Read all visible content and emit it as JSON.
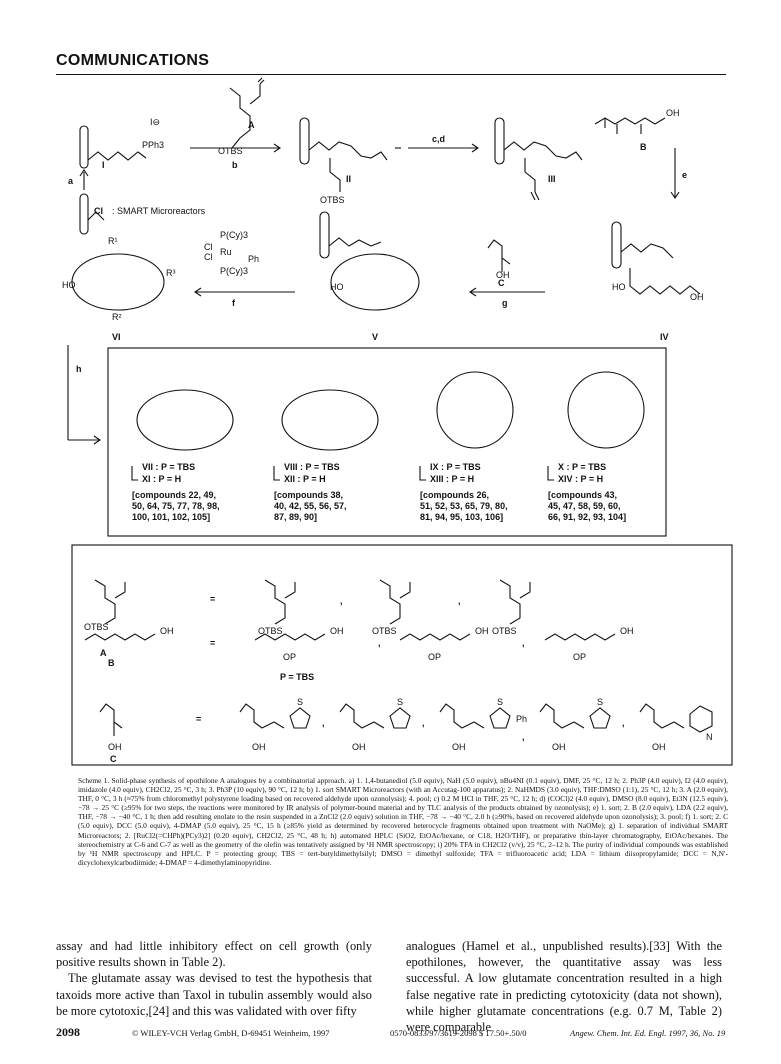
{
  "header": {
    "title": "COMMUNICATIONS"
  },
  "scheme": {
    "compound_labels": [
      "I",
      "II",
      "III",
      "IV",
      "V",
      "VI",
      "A",
      "B",
      "C"
    ],
    "step_labels": [
      "a",
      "b",
      "c,d",
      "e",
      "f",
      "g",
      "h"
    ],
    "reagent_labels": {
      "ppha": "PPh3",
      "iodide": "I⊖",
      "otbs": "OTBS",
      "oh": "OH",
      "ho": "HO"
    },
    "microreactor_label": ": SMART Microreactors",
    "cl_label": "Cl",
    "grubbs": [
      "P(Cy)3",
      "Cl",
      "Cl",
      "Ru",
      "Ph",
      "P(Cy)3"
    ],
    "r_labels": [
      "R¹",
      "R²",
      "R³"
    ],
    "box_items": [
      {
        "p_tbs": "VII : P = TBS",
        "p_h": "XI : P = H",
        "compounds": [
          "[compounds 22, 49,",
          "50, 64, 75, 77, 78, 98,",
          "100, 101, 102, 105]"
        ]
      },
      {
        "p_tbs": "VIII : P = TBS",
        "p_h": "XII : P = H",
        "compounds": [
          "[compounds 38,",
          "40, 42, 55, 56, 57,",
          "87, 89, 90]"
        ]
      },
      {
        "p_tbs": "IX : P = TBS",
        "p_h": "XIII : P = H",
        "compounds": [
          "[compounds 26,",
          "51, 52, 53, 65, 79, 80,",
          "81, 94, 95, 103, 106]"
        ]
      },
      {
        "p_tbs": "X : P = TBS",
        "p_h": "XIV : P = H",
        "compounds": [
          "[compounds 43,",
          "45, 47, 58, 59, 60,",
          "66, 91, 92, 93, 104]"
        ]
      }
    ],
    "building_blocks": {
      "A": "A",
      "B": "B",
      "C": "C",
      "eq": "=",
      "comma": ",",
      "p_tbs": "P = TBS",
      "op": "OP",
      "ph": "Ph",
      "s": "S",
      "n": "N"
    }
  },
  "caption": {
    "text": "Scheme 1. Solid-phase synthesis of epothilone A analogues by a combinatorial approach. a) 1. 1,4-butanediol (5.0 equiv), NaH (5.0 equiv), nBu4NI (0.1 equiv), DMF, 25 °C, 12 h; 2. Ph3P (4.0 equiv), I2 (4.0 equiv), imidazole (4.0 equiv), CH2Cl2, 25 °C, 3 h; 3. Ph3P (10 equiv), 90 °C, 12 h; b) 1. sort SMART Microreactors (with an Accutag-100 apparatus); 2. NaHMDS (3.0 equiv), THF:DMSO (1:1), 25 °C, 12 h; 3. A (2.0 equiv), THF, 0 °C, 3 h (≈75% from chloromethyl polystyrene loading based on recovered aldehyde upon ozonolysis); 4. pool; c) 0.2 M HCl in THF, 25 °C, 12 h; d) (COCl)2 (4.0 equiv), DMSO (8.0 equiv), Et3N (12.5 equiv), −78 → 25 °C (≥95% for two steps, the reactions were monitored by IR analysis of polymer-bound material and by TLC analysis of the products obtained by ozonolysis); e) 1. sort; 2. B (2.0 equiv), LDA (2.2 equiv), THF, −78 → −40 °C, 1 h; then add resulting enolate to the resin suspended in a ZnCl2 (2.0 equiv) solution in THF, −78 → −40 °C, 2.0 h (≥90%, based on recovered aldehyde upon ozonolysis); 3. pool; f) 1. sort; 2. C (5.0 equiv), DCC (5.0 equiv), 4-DMAP (5.0 equiv), 25 °C, 15 h (≥85% yield as determined by recovered heterocycle fragments obtained upon treatment with NaOMe); g) 1. separation of individual SMART Microreactors; 2. [RuCl2(=CHPh)(PCy3)2] (0.20 equiv), CH2Cl2, 25 °C, 48 h; h) automated HPLC (SiO2, EtOAc/hexane, or C18, H2O/THF), or preparative thin-layer chromatography, EtOAc/hexanes. The stereochemistry at C-6 and C-7 as well as the geometry of the olefin was tentatively assigned by ¹H NMR spectroscopy; i) 20% TFA in CH2Cl2 (v/v), 25 °C, 2–12 h. The purity of individual compounds was established by ¹H NMR spectroscopy and HPLC. P = protecting group; TBS = tert-butyldimethylsilyl; DMSO = dimethyl sulfoxide; TFA = trifluoroacetic acid; LDA = lithium diisopropylamide; DCC = N,N′-dicyclohexylcarbodiimide; 4-DMAP = 4-dimethylaminopyridine."
  },
  "body": {
    "left_p1": "assay and had little inhibitory effect on cell growth (only positive results shown in Table 2).",
    "left_p2": "The glutamate assay was devised to test the hypothesis that taxoids more active than Taxol in tubulin assembly would also be more cytotoxic,[24] and this was validated with over fifty",
    "right_p1": "analogues (Hamel et al., unpublished results).[33] With the epothilones, however, the quantitative assay was less successful. A low glutamate concentration resulted in a high false negative rate in predicting cytotoxicity (data not shown), while higher glutamate concentrations (e.g. 0.7 M, Table 2) were comparable"
  },
  "footer": {
    "page": "2098",
    "copyright": "© WILEY-VCH Verlag GmbH, D-69451 Weinheim, 1997",
    "code": "0570-0833/97/3619-2098 $ 17.50+.50/0",
    "journal": "Angew. Chem. Int. Ed. Engl. 1997, 36, No. 19"
  }
}
